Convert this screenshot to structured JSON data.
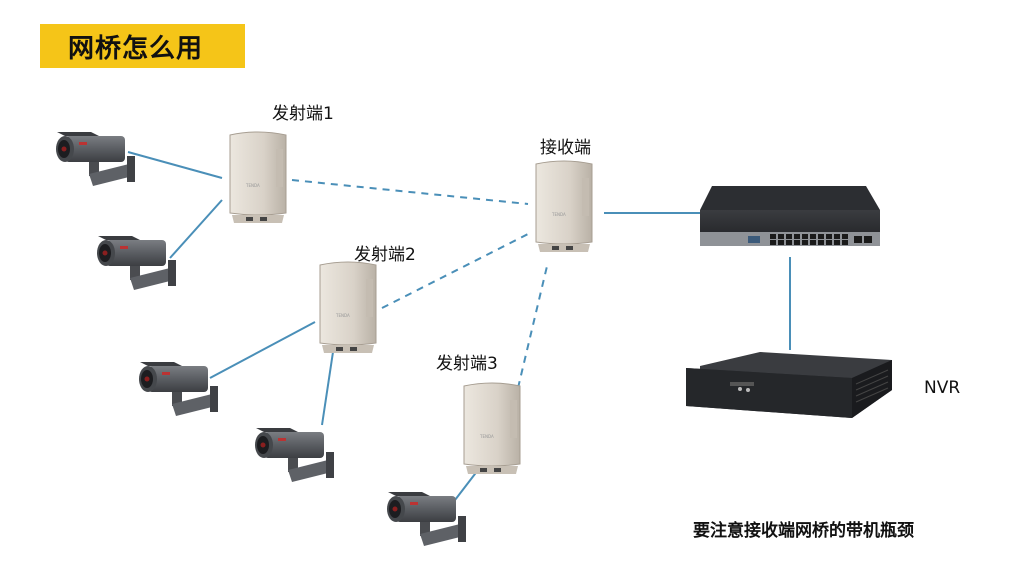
{
  "title": "网桥怎么用",
  "labels": {
    "tx1": "发射端1",
    "tx2": "发射端2",
    "tx3": "发射端3",
    "rx": "接收端",
    "nvr": "NVR"
  },
  "note": "要注意接收端网桥的带机瓶颈",
  "colors": {
    "title_bg": "#f5c518",
    "link_line": "#4a8fb8",
    "bridge_body": "#d9d2c8",
    "camera_body": "#5a5d62",
    "device_dark": "#2b2d31"
  },
  "icons": [
    "camera-icon",
    "wireless-bridge-icon",
    "network-switch-icon",
    "nvr-recorder-icon"
  ]
}
